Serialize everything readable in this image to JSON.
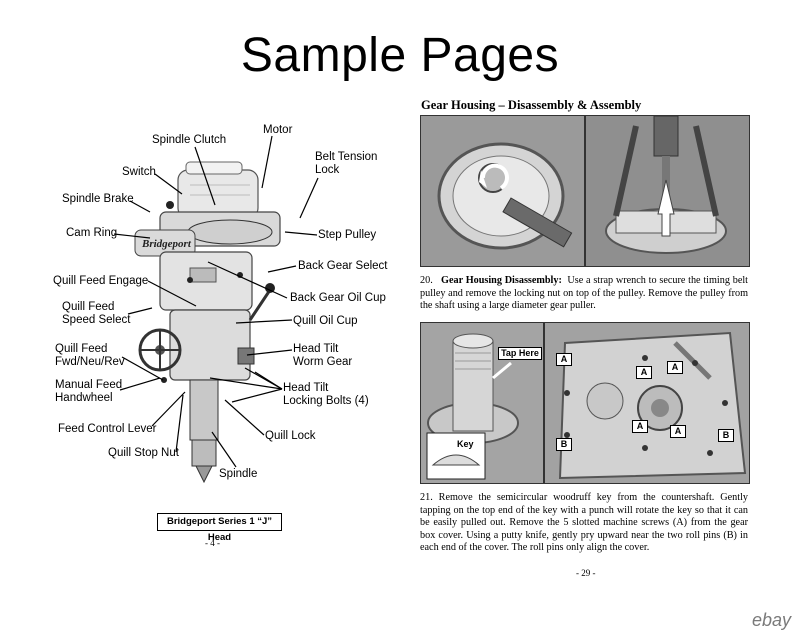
{
  "title": "Sample Pages",
  "left_page": {
    "labels": {
      "motor": "Motor",
      "spindle_clutch": "Spindle Clutch",
      "belt_tension": "Belt Tension",
      "lock": "Lock",
      "switch": "Switch",
      "spindle_brake": "Spindle Brake",
      "cam_ring": "Cam Ring",
      "step_pulley": "Step Pulley",
      "back_gear_select": "Back Gear Select",
      "quill_feed_engage": "Quill Feed Engage",
      "back_gear_oil_cup": "Back Gear Oil Cup",
      "quill_feed_speed_1": "Quill Feed",
      "quill_feed_speed_2": "Speed Select",
      "quill_oil_cup": "Quill Oil Cup",
      "quill_feed_fwd_1": "Quill Feed",
      "quill_feed_fwd_2": "Fwd/Neu/Rev",
      "head_tilt_worm_1": "Head Tilt",
      "head_tilt_worm_2": "Worm Gear",
      "manual_feed_1": "Manual Feed",
      "manual_feed_2": "Handwheel",
      "head_tilt_bolts_1": "Head Tilt",
      "head_tilt_bolts_2": "Locking Bolts (4)",
      "feed_control_lever": "Feed Control Lever",
      "quill_lock": "Quill Lock",
      "quill_stop_nut": "Quill Stop Nut",
      "spindle": "Spindle"
    },
    "brand": "Bridgeport",
    "caption": "Bridgeport Series 1 “J” Head",
    "page_number": "- 4 -"
  },
  "right_page": {
    "heading": "Gear Housing – Disassembly & Assembly",
    "para20_num": "20.",
    "para20_bold": "Gear Housing Disassembly:",
    "para20_text": "Use a strap wrench to secure the timing belt pulley and remove the locking nut on top of the pulley. Remove the pulley from the shaft using a large diameter gear puller.",
    "para21": "21.   Remove the semicircular woodruff key from the countershaft.  Gently tapping on the top end of the key with a punch will rotate the key so that it can be easily pulled out.   Remove the 5 slotted machine screws (A) from the gear box cover.  Using a putty knife, gently pry upward near the two roll pins (B) in each end of the cover.  The roll pins only align the cover.",
    "tap_here": "Tap Here",
    "key": "Key",
    "tag_a": "A",
    "tag_b": "B",
    "page_number": "- 29 -"
  },
  "watermark": "ebay"
}
